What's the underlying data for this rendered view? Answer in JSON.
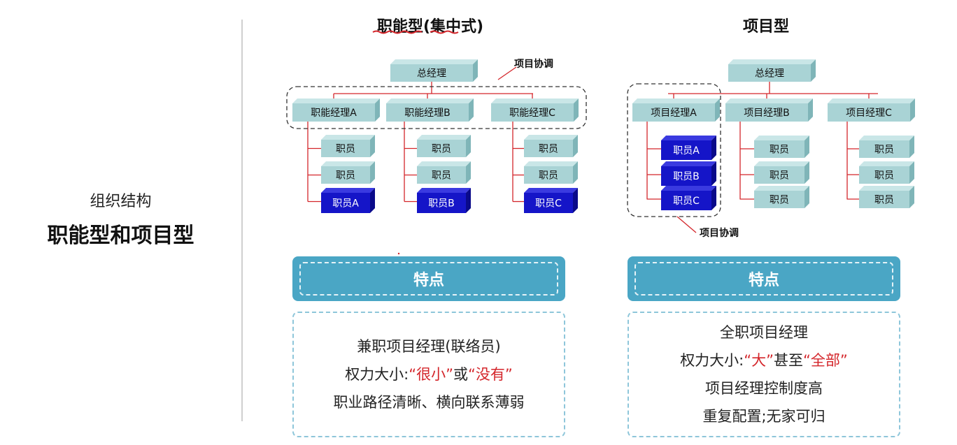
{
  "left": {
    "subtitle": "组织结构",
    "title": "职能型和项目型"
  },
  "functional": {
    "title": "职能型(集中式)",
    "general_manager": "总经理",
    "coordination_label": "项目协调",
    "managers": [
      "职能经理A",
      "职能经理B",
      "职能经理C"
    ],
    "staff_label": "职员",
    "project_staff": [
      "职员A",
      "职员B",
      "职员C"
    ],
    "feature_header": "特点",
    "features": {
      "line1": "兼职项目经理(联络员)",
      "line2_prefix": "权力大小:",
      "line2_red": "“很小”",
      "line2_mid": "或",
      "line2_red2": "“没有”",
      "line3": "职业路径清晰、横向联系薄弱"
    }
  },
  "projectized": {
    "title": "项目型",
    "general_manager": "总经理",
    "coordination_label": "项目协调",
    "managers": [
      "项目经理A",
      "项目经理B",
      "项目经理C"
    ],
    "staff_label": "职员",
    "project_staff": [
      "职员A",
      "职员B",
      "职员C"
    ],
    "feature_header": "特点",
    "features": {
      "line1": "全职项目经理",
      "line2_prefix": "权力大小:",
      "line2_red": "“大”",
      "line2_mid": "甚至",
      "line2_red2": "“全部”",
      "line3": "项目经理控制度高",
      "line4": "重复配置;无家可归"
    }
  },
  "colors": {
    "box_teal": "#a9d3d5",
    "box_blue": "#1515c8",
    "line_red": "#d4262b",
    "feature_blue": "#4aa6c5"
  }
}
